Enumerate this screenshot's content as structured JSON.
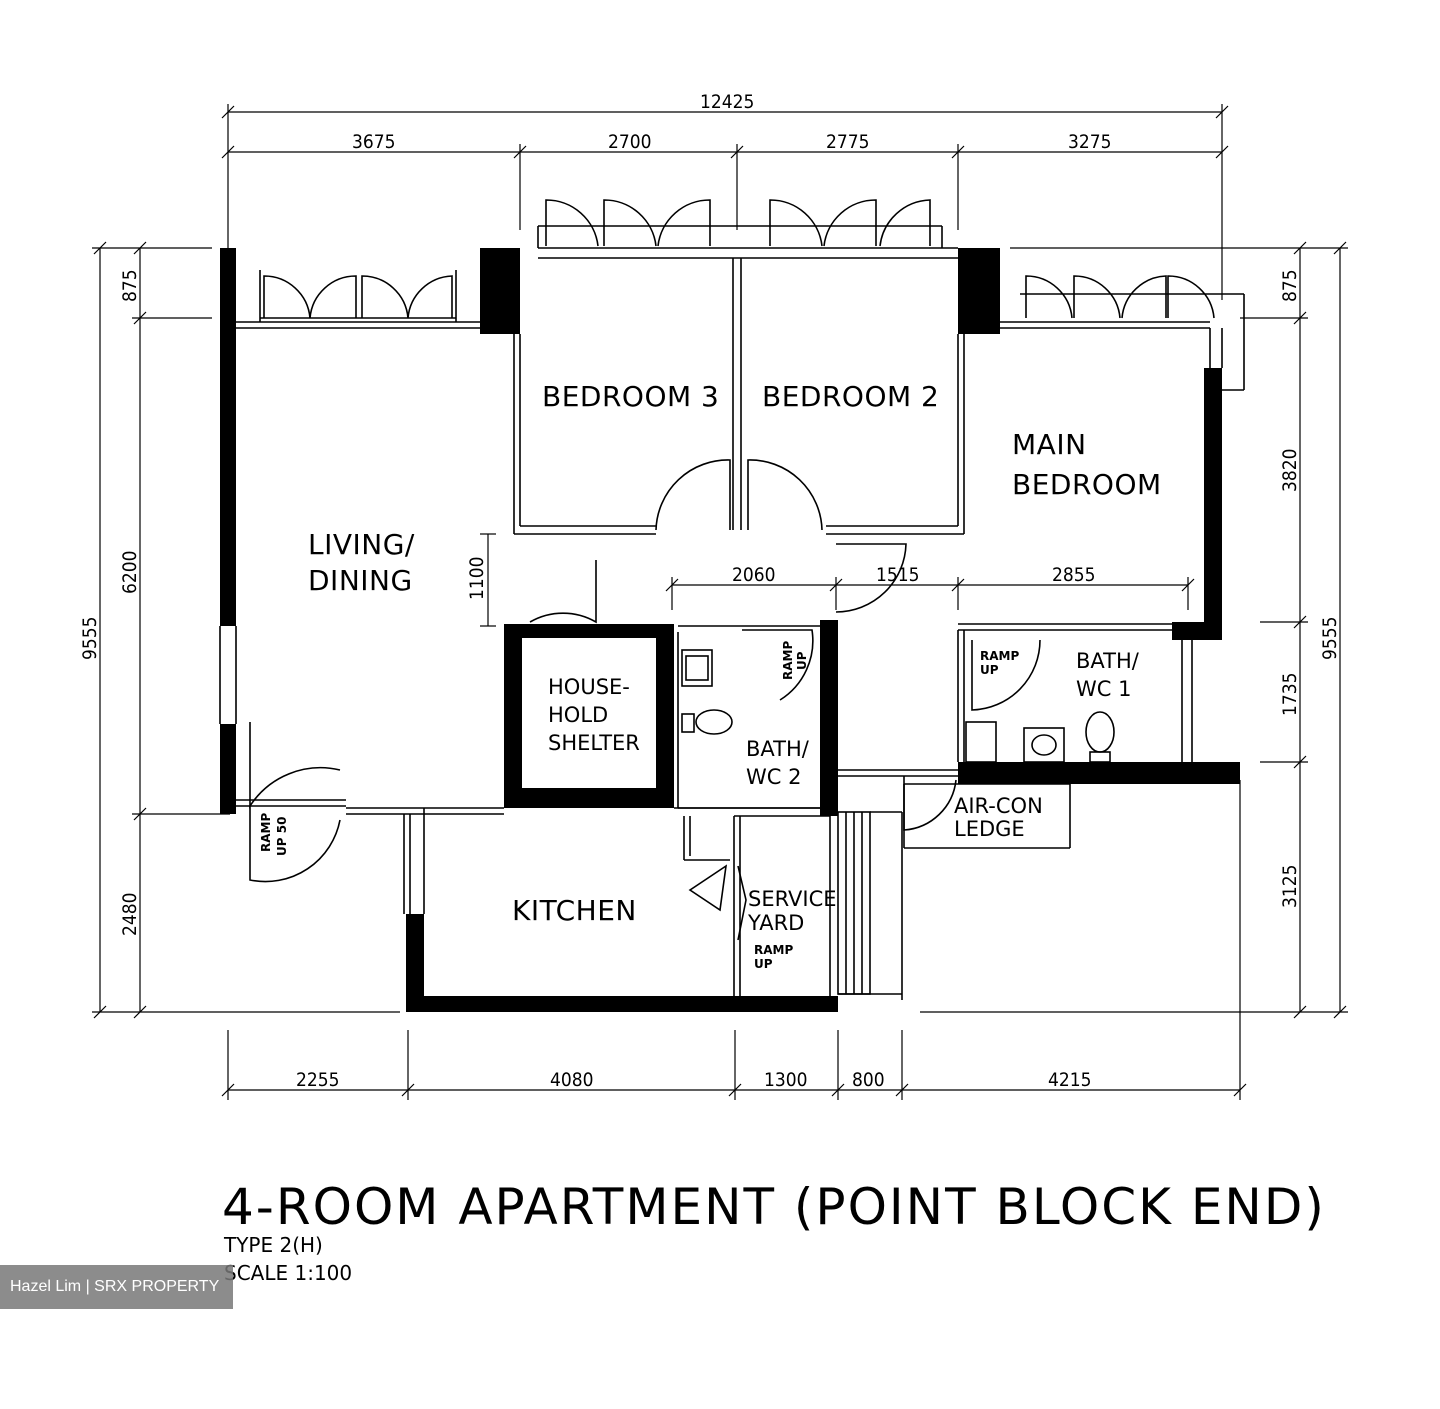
{
  "plan": {
    "title": "4-ROOM APARTMENT (POINT BLOCK END)",
    "type": "TYPE 2(H)",
    "scale": "SCALE 1:100"
  },
  "dimensions": {
    "top_total": "12425",
    "top": [
      "3675",
      "2700",
      "2775",
      "3275"
    ],
    "left_total": "9555",
    "left": [
      "875",
      "6200",
      "2480"
    ],
    "right_total": "9555",
    "right": [
      "875",
      "3820",
      "1735",
      "3125"
    ],
    "bottom": [
      "2255",
      "4080",
      "1300",
      "800",
      "4215"
    ],
    "inner": [
      "2060",
      "1515",
      "2855"
    ],
    "door": "1100"
  },
  "rooms": {
    "bedroom3": "BEDROOM 3",
    "bedroom2": "BEDROOM 2",
    "main_bedroom_1": "MAIN",
    "main_bedroom_2": "BEDROOM",
    "living_1": "LIVING/",
    "living_2": "DINING",
    "shelter_1": "HOUSE-",
    "shelter_2": "HOLD",
    "shelter_3": "SHELTER",
    "bath2_1": "BATH/",
    "bath2_2": "WC 2",
    "bath1_1": "BATH/",
    "bath1_2": "WC 1",
    "aircon_1": "AIR-CON",
    "aircon_2": "LEDGE",
    "kitchen": "KITCHEN",
    "service_1": "SERVICE",
    "service_2": "YARD"
  },
  "ramps": {
    "ramp": "RAMP",
    "up": "UP",
    "up50": "UP 50"
  },
  "watermark": "Hazel Lim | SRX PROPERTY"
}
